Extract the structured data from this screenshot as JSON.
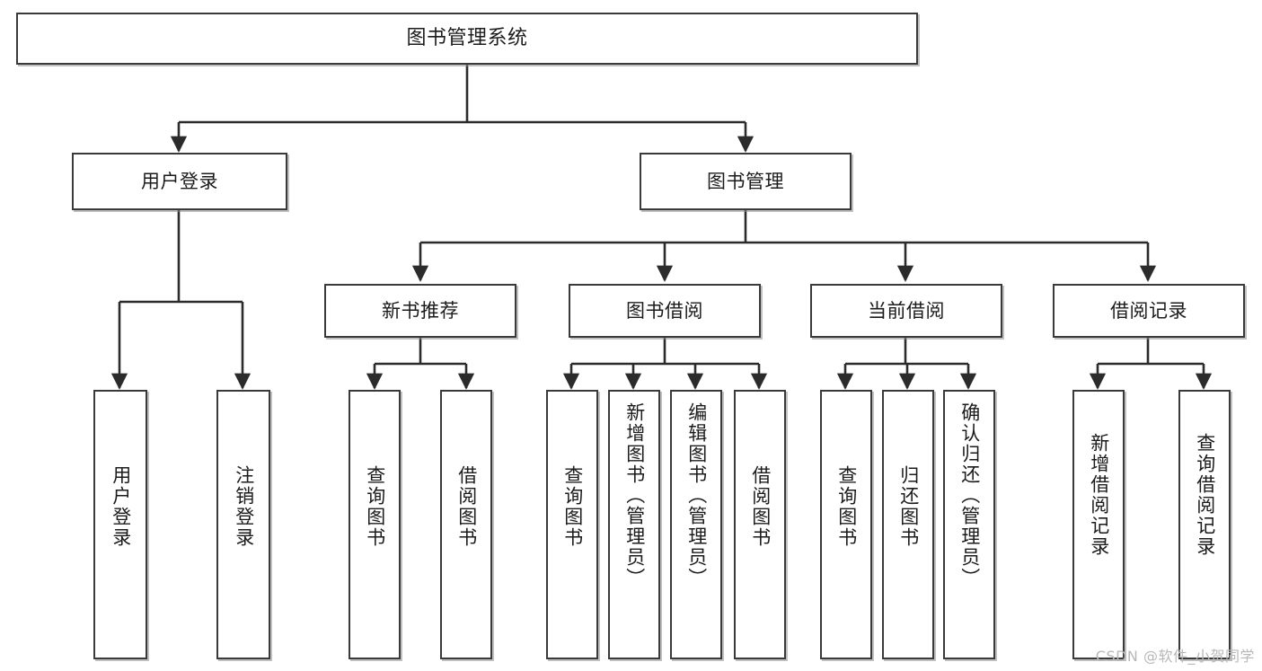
{
  "diagram": {
    "title": "图书管理系统",
    "type": "tree-hierarchy-chart",
    "watermark": "CSDN @软件_小贺同学",
    "colors": {
      "box_border": "#3a3a3a",
      "box_fill": "#ffffff",
      "edge": "#2b2b2b",
      "text": "#1b1b1b",
      "watermark": "#b8b8b8",
      "background": "#ffffff"
    },
    "root": {
      "label": "图书管理系统"
    },
    "level2": [
      {
        "id": "user-login",
        "label": "用户登录"
      },
      {
        "id": "book-manage",
        "label": "图书管理"
      }
    ],
    "level3": [
      {
        "id": "new-book-recommend",
        "label": "新书推荐"
      },
      {
        "id": "book-borrow",
        "label": "图书借阅"
      },
      {
        "id": "current-borrow",
        "label": "当前借阅"
      },
      {
        "id": "borrow-record",
        "label": "借阅记录"
      }
    ],
    "leaves": {
      "user_login": [
        {
          "id": "leaf-user-login",
          "label": "用户登录"
        },
        {
          "id": "leaf-logout-login",
          "label": "注销登录"
        }
      ],
      "new_book_recommend": [
        {
          "id": "leaf-query-book-1",
          "label": "查询图书"
        },
        {
          "id": "leaf-borrow-book-1",
          "label": "借阅图书"
        }
      ],
      "book_borrow": [
        {
          "id": "leaf-query-book-2",
          "label": "查询图书"
        },
        {
          "id": "leaf-add-book",
          "label": "新增图书（管理员）"
        },
        {
          "id": "leaf-edit-book",
          "label": "编辑图书（管理员）"
        },
        {
          "id": "leaf-borrow-book-2",
          "label": "借阅图书"
        }
      ],
      "current_borrow": [
        {
          "id": "leaf-query-book-3",
          "label": "查询图书"
        },
        {
          "id": "leaf-return-book",
          "label": "归还图书"
        },
        {
          "id": "leaf-confirm-return",
          "label": "确认归还（管理员）"
        }
      ],
      "borrow_record": [
        {
          "id": "leaf-add-record",
          "label": "新增借阅记录"
        },
        {
          "id": "leaf-query-record",
          "label": "查询借阅记录"
        }
      ]
    }
  }
}
